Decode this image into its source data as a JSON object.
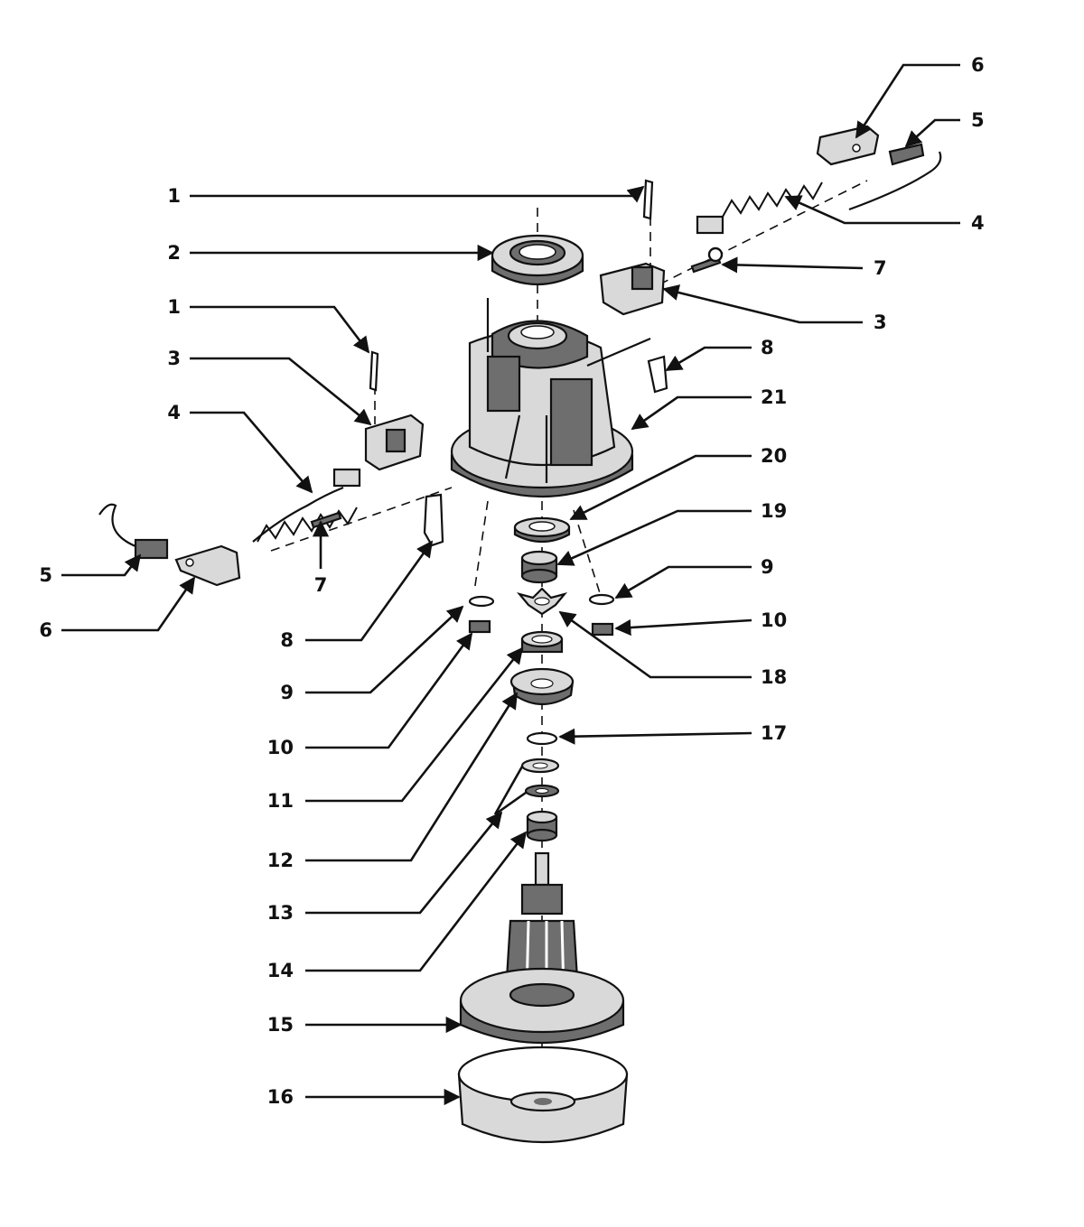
{
  "callouts": [
    {
      "id": "c1a",
      "text": "1"
    },
    {
      "id": "c2",
      "text": "2"
    },
    {
      "id": "c1b",
      "text": "1"
    },
    {
      "id": "c3a",
      "text": "3"
    },
    {
      "id": "c4a",
      "text": "4"
    },
    {
      "id": "c5a",
      "text": "5"
    },
    {
      "id": "c6a",
      "text": "6"
    },
    {
      "id": "c7a",
      "text": "7"
    },
    {
      "id": "c8a",
      "text": "8"
    },
    {
      "id": "c9a",
      "text": "9"
    },
    {
      "id": "c10a",
      "text": "10"
    },
    {
      "id": "c11",
      "text": "11"
    },
    {
      "id": "c12",
      "text": "12"
    },
    {
      "id": "c13",
      "text": "13"
    },
    {
      "id": "c14",
      "text": "14"
    },
    {
      "id": "c15",
      "text": "15"
    },
    {
      "id": "c16",
      "text": "16"
    },
    {
      "id": "c6b",
      "text": "6"
    },
    {
      "id": "c5b",
      "text": "5"
    },
    {
      "id": "c4b",
      "text": "4"
    },
    {
      "id": "c7b",
      "text": "7"
    },
    {
      "id": "c3b",
      "text": "3"
    },
    {
      "id": "c8b",
      "text": "8"
    },
    {
      "id": "c21",
      "text": "21"
    },
    {
      "id": "c20",
      "text": "20"
    },
    {
      "id": "c19",
      "text": "19"
    },
    {
      "id": "c9b",
      "text": "9"
    },
    {
      "id": "c10b",
      "text": "10"
    },
    {
      "id": "c18",
      "text": "18"
    },
    {
      "id": "c17",
      "text": "17"
    }
  ],
  "colors": {
    "ink": "#111111",
    "shade": "#6e6e6e",
    "light": "#d9d9d9",
    "paper": "#ffffff"
  }
}
